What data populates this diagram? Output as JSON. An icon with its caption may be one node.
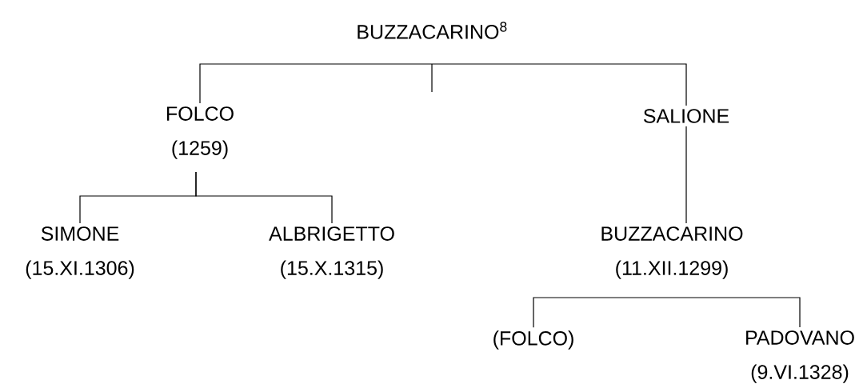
{
  "diagram": {
    "nodes": [
      {
        "text": [
          "BUZZACARINO$^{8}$"
        ]
      },
      {
        "text": [
          "FOLCO",
          "(1259)"
        ]
      },
      {
        "text": [
          "SALIONE"
        ]
      },
      {
        "text": [
          "SIMONE",
          "(15.XI.1306)"
        ]
      },
      {
        "text": [
          "ALBRIGETTO",
          "(15.X.1315)"
        ]
      },
      {
        "text": [
          "BUZZACARINO",
          "(11.XII.1299)"
        ]
      },
      {
        "text": [
          "(FOLCO)"
        ]
      },
      {
        "text": [
          "PADOVANO",
          "(9.VI.1328)"
        ]
      }
    ],
    "edges": [
      {
        "from": 0,
        "to": 1,
        "arrow": "none"
      },
      {
        "from": 0,
        "to": 2,
        "arrow": "none"
      },
      {
        "from": 1,
        "to": 3,
        "arrow": "none"
      },
      {
        "from": 1,
        "to": 4,
        "arrow": "none"
      },
      {
        "from": 2,
        "to": 5,
        "arrow": "none"
      },
      {
        "from": 5,
        "to": 6,
        "arrow": "none"
      },
      {
        "from": 5,
        "to": 7,
        "arrow": "none"
      }
    ]
  }
}
